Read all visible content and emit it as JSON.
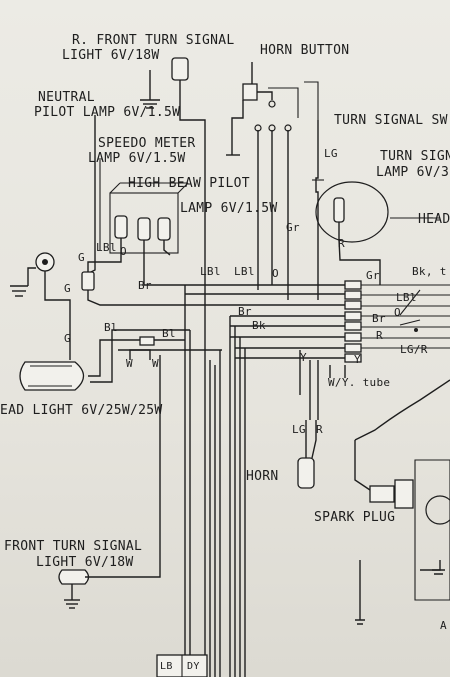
{
  "components": {
    "r_front_turn": [
      "R. FRONT TURN SIGNAL",
      "LIGHT 6V/18W"
    ],
    "horn_button": "HORN BUTTON",
    "turn_signal_switch": "TURN SIGNAL SW",
    "neutral_pilot": [
      "NEUTRAL",
      "PILOT LAMP 6V/1.5W"
    ],
    "speedo_meter": [
      "SPEEDO METER",
      "LAMP 6V/1.5W"
    ],
    "high_beam_pilot": [
      "HIGH BEAW PILOT",
      "LAMP 6V/1.5W"
    ],
    "turn_signal_lamp": [
      "TURN SIGN",
      "LAMP 6V/3"
    ],
    "head_right": "HEAD",
    "head_light": "EAD LIGHT 6V/25W/25W",
    "horn": "HORN",
    "spark_plug": "SPARK PLUG",
    "l_front_turn": [
      "FRONT TURN SIGNAL",
      "LIGHT 6V/18W"
    ]
  },
  "wire_codes": {
    "lg_top": "LG",
    "gr_mid": "Gr",
    "r_head": "R",
    "lbl_left": "LBl",
    "o_left": "O",
    "g_1": "G",
    "g_2": "G",
    "br_left": "Br",
    "lbl_a": "LBl",
    "lbl_b": "LBl",
    "o_mid": "O",
    "gr_conn": "Gr",
    "bk_right": "Bk, t",
    "lbl_right": "LBl",
    "o_right": "O",
    "br_right": "Br",
    "r_right": "R",
    "lg_r": "LG/R",
    "br_center": "Br",
    "bk_center": "Bk",
    "g_3": "G",
    "bl_a": "Bl",
    "bl_b": "Bl",
    "w_a": "W",
    "w_b": "W",
    "y_a": "Y",
    "y_b": "Y",
    "wy_tube": "W/Y. tube",
    "lg_horn": "LG",
    "r_horn": "R",
    "lb_bottom": "LB",
    "dy_bottom": "DY",
    "a_right": "A"
  },
  "colors": {
    "paper": "#e9e7e0",
    "ink": "#1e1e1e"
  }
}
